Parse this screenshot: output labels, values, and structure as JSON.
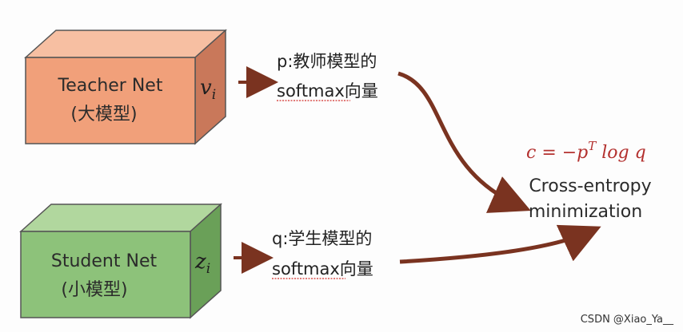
{
  "teacher": {
    "name": "Teacher Net",
    "sub": "(大模型)",
    "output_var": "v",
    "output_sub": "i",
    "face_color": "#f1a07a",
    "top_color": "#f7bfa2",
    "side_color": "#c9785a"
  },
  "student": {
    "name": "Student Net",
    "sub": "(小模型)",
    "output_var": "z",
    "output_sub": "i",
    "face_color": "#8dc27a",
    "top_color": "#b1d79e",
    "side_color": "#6aa058"
  },
  "teacher_prob": {
    "line1": "p:教师模型的",
    "line2": "softmax向量"
  },
  "student_prob": {
    "line1": "q:学生模型的",
    "line2": "softmax向量"
  },
  "loss": {
    "formula": "c = −p",
    "formula_sup": "T",
    "formula_tail": " log q",
    "line1": "Cross-entropy",
    "line2": "minimization"
  },
  "arrow_color": "#7a3320",
  "credit": "CSDN @Xiao_Ya__"
}
